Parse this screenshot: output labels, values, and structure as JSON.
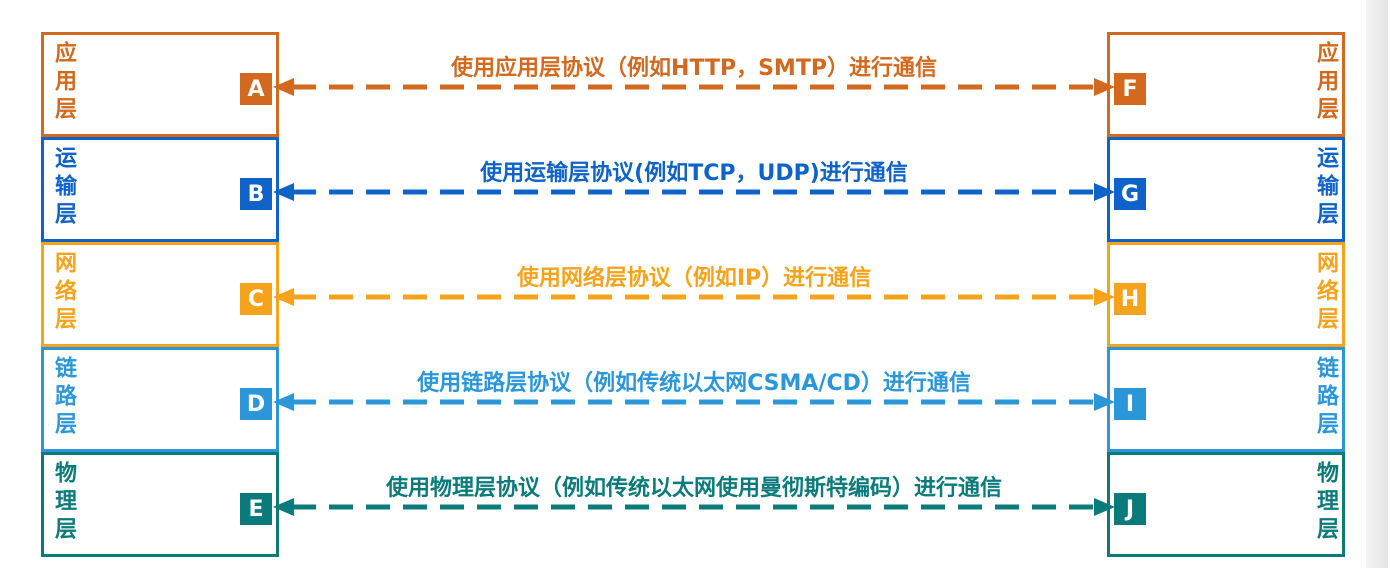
{
  "colors": {
    "application": "#d2691e",
    "transport": "#0f63c8",
    "network": "#f5a31a",
    "link": "#2b97d9",
    "physical": "#0b7a7a"
  },
  "layers": [
    {
      "key": "application",
      "left_label": "应用层",
      "right_label": "应用层",
      "left_node": "A",
      "right_node": "F",
      "description": "使用应用层协议（例如HTTP，SMTP）进行通信"
    },
    {
      "key": "transport",
      "left_label": "运输层",
      "right_label": "运输层",
      "left_node": "B",
      "right_node": "G",
      "description": "使用运输层协议(例如TCP，UDP)进行通信"
    },
    {
      "key": "network",
      "left_label": "网络层",
      "right_label": "网络层",
      "left_node": "C",
      "right_node": "H",
      "description": "使用网络层协议（例如IP）进行通信"
    },
    {
      "key": "link",
      "left_label": "链路层",
      "right_label": "链路层",
      "left_node": "D",
      "right_node": "I",
      "description": "使用链路层协议（例如传统以太网CSMA/CD）进行通信"
    },
    {
      "key": "physical",
      "left_label": "物理层",
      "right_label": "物理层",
      "left_node": "E",
      "right_node": "J",
      "description": "使用物理层协议（例如传统以太网使用曼彻斯特编码）进行通信"
    }
  ]
}
